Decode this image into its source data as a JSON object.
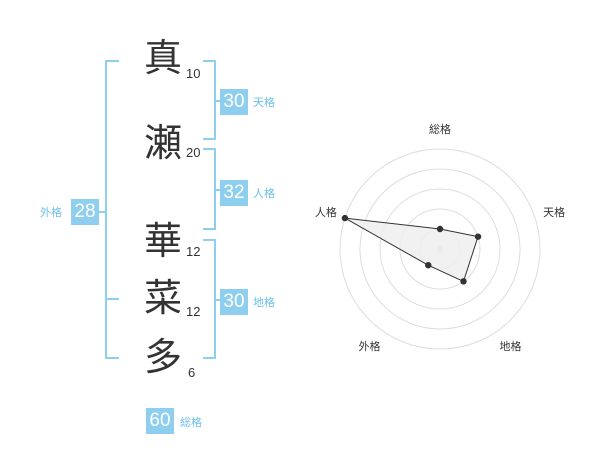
{
  "name_chars": [
    {
      "char": "真",
      "strokes": "10"
    },
    {
      "char": "瀬",
      "strokes": "20"
    },
    {
      "char": "華",
      "strokes": "12"
    },
    {
      "char": "菜",
      "strokes": "12"
    },
    {
      "char": "多",
      "strokes": "6"
    }
  ],
  "fortunes": {
    "tenkaku": {
      "value": "30",
      "label": "天格"
    },
    "jinkaku": {
      "value": "32",
      "label": "人格"
    },
    "chikaku": {
      "value": "30",
      "label": "地格"
    },
    "gaikaku": {
      "value": "28",
      "label": "外格"
    },
    "soukaku": {
      "value": "60",
      "label": "総格"
    }
  },
  "colors": {
    "accent": "#8ecfef",
    "text": "#333333",
    "radar_fill": "#eeeeee",
    "grid": "#dddddd"
  },
  "chart_data": {
    "type": "radar",
    "axes": [
      "総格",
      "天格",
      "地格",
      "外格",
      "人格"
    ],
    "values": [
      1,
      2,
      2,
      1,
      5
    ],
    "max": 5,
    "levels": 5
  }
}
